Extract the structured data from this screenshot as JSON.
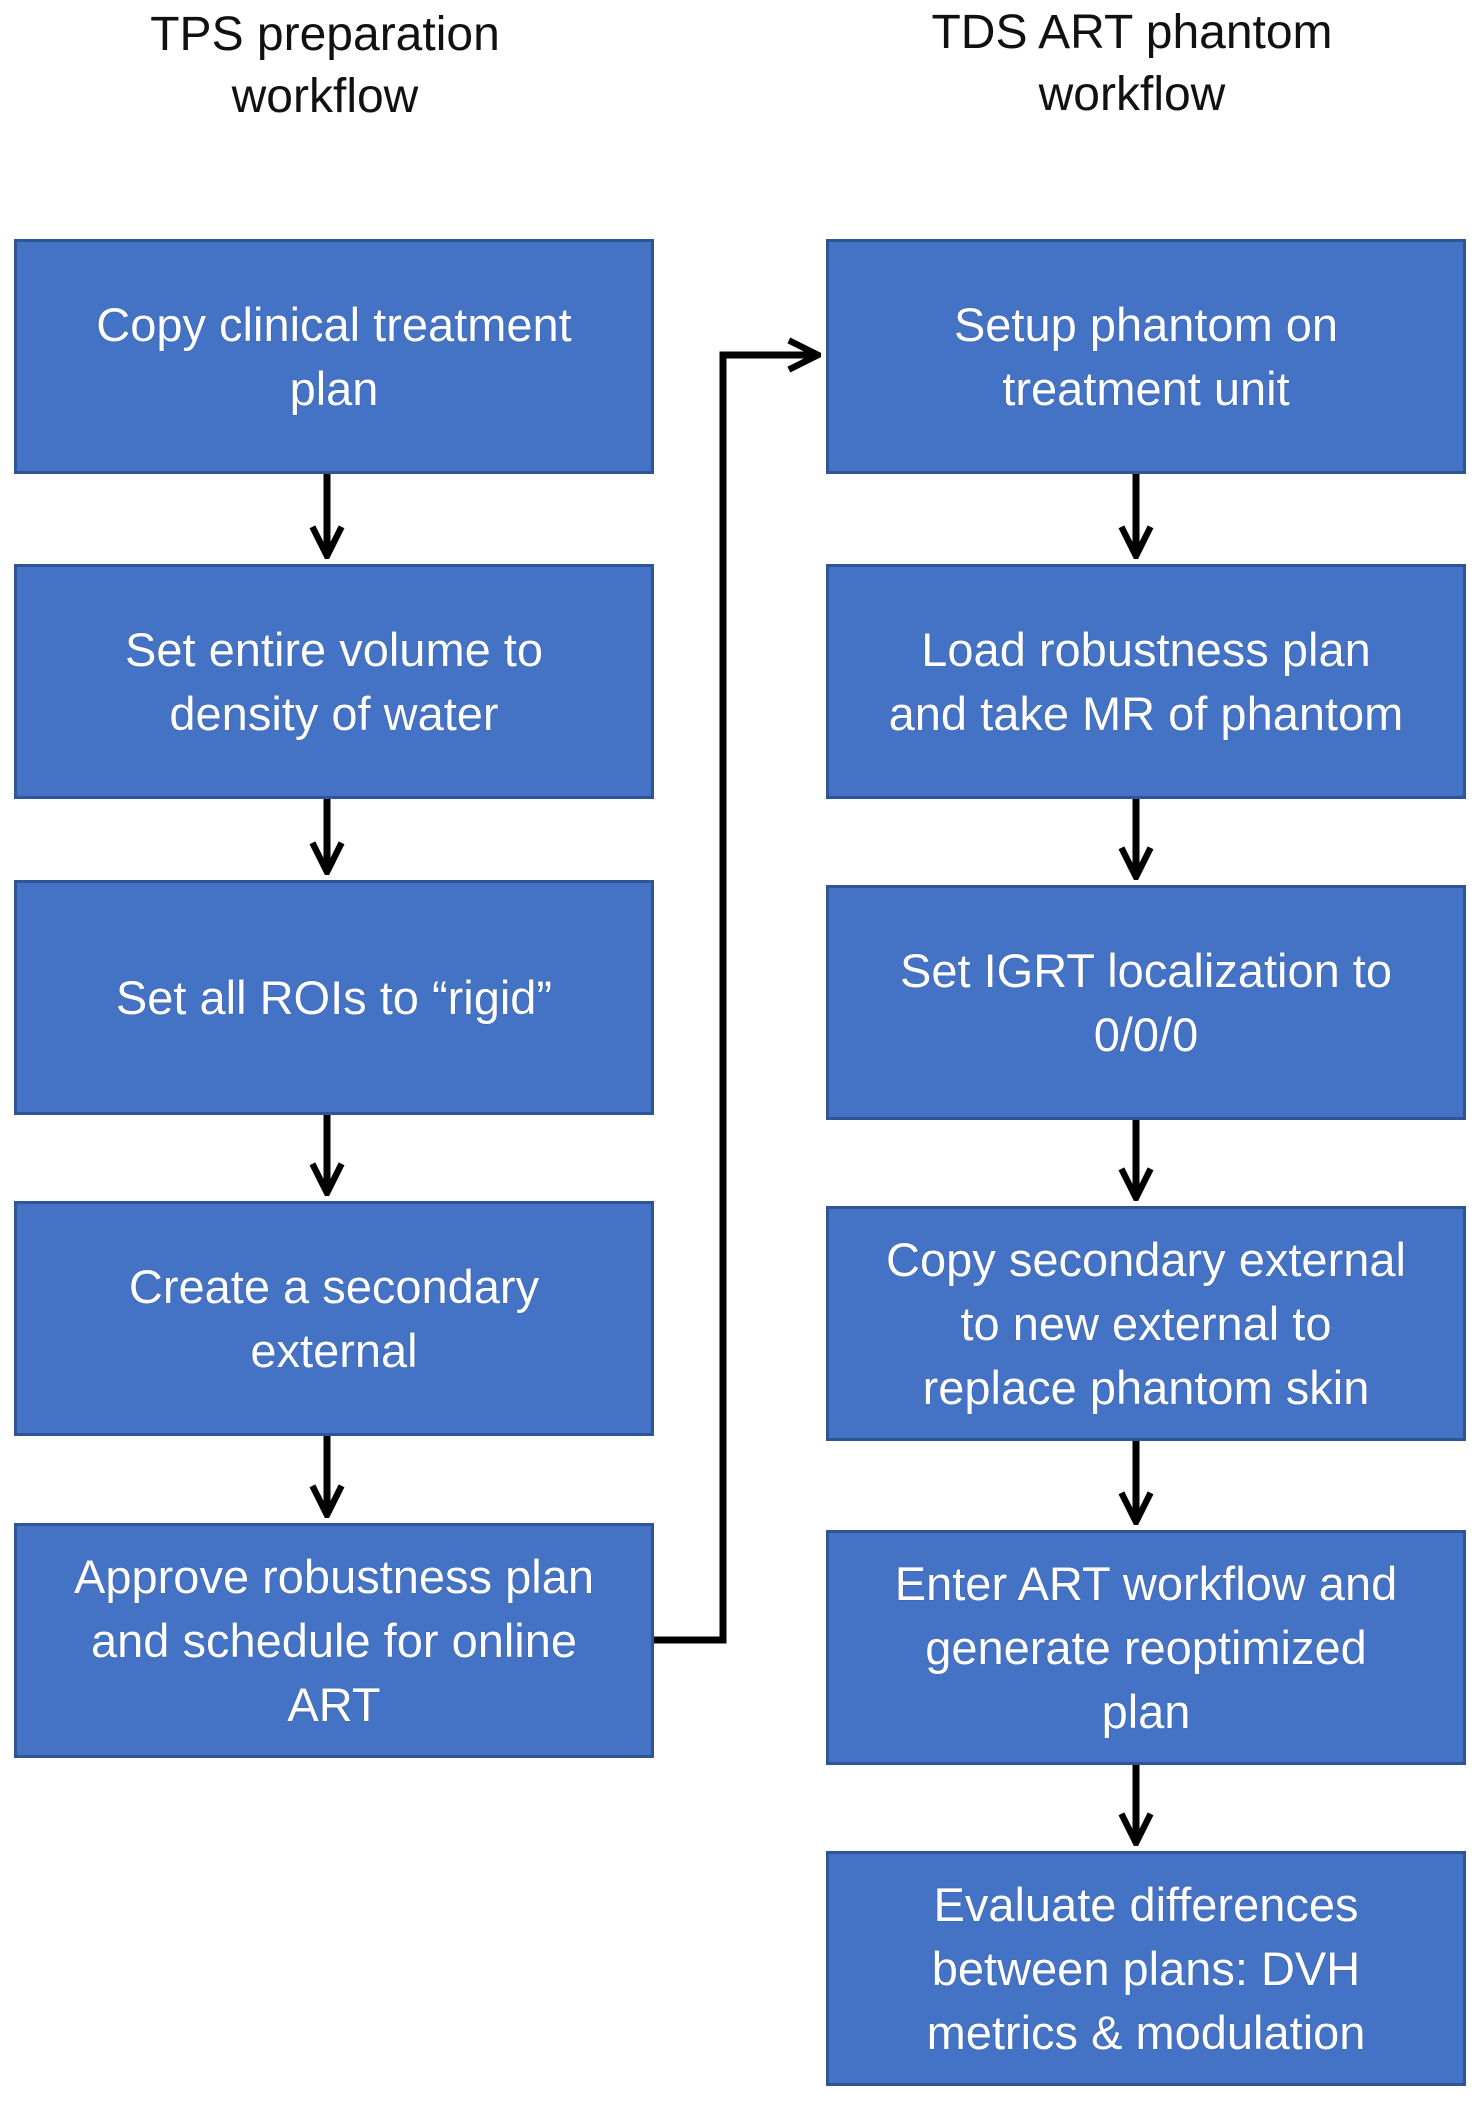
{
  "columns": {
    "left": {
      "title": "TPS preparation\nworkflow",
      "steps": [
        "Copy clinical treatment\nplan",
        "Set entire volume to\ndensity of water",
        "Set all ROIs to “rigid”",
        "Create a secondary\nexternal",
        "Approve robustness plan\nand schedule for online\nART"
      ]
    },
    "right": {
      "title": "TDS ART phantom\nworkflow",
      "steps": [
        "Setup phantom on\ntreatment unit",
        "Load robustness plan\nand take MR of phantom",
        "Set IGRT localization to\n0/0/0",
        "Copy secondary external\nto new external to\nreplace phantom skin",
        "Enter ART workflow and\ngenerate reoptimized\nplan",
        "Evaluate differences\nbetween plans: DVH\nmetrics & modulation"
      ]
    }
  },
  "colors": {
    "box_fill": "#4472c4",
    "box_border": "#2f5597",
    "box_text": "#ffffff",
    "arrow": "#000000"
  }
}
